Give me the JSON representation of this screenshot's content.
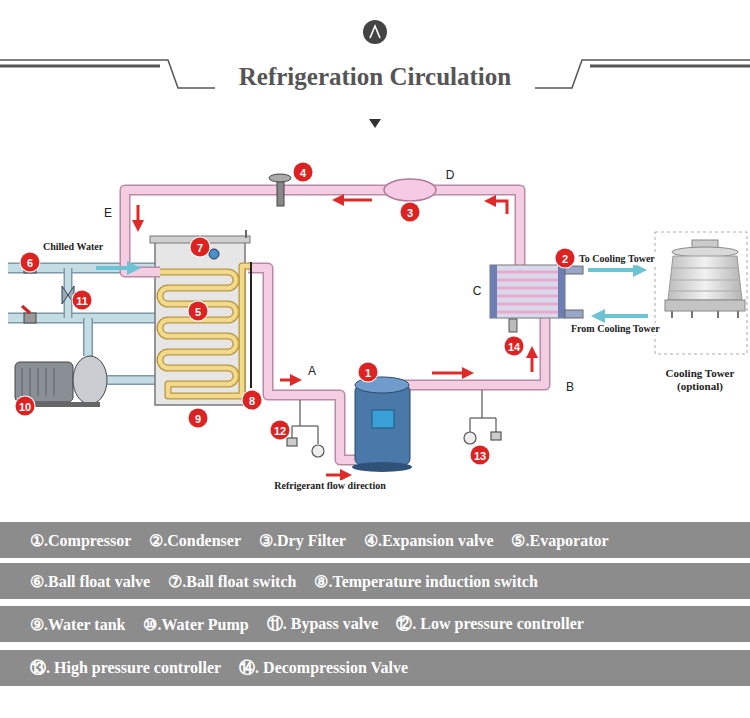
{
  "diagram": {
    "title": "Refrigeration Circulation",
    "nodes": [
      {
        "text": [
          "①.Compressor",
          "②.Condenser",
          "③.Dry Filter",
          "④.Expansion valve",
          "⑤.Evaporator"
        ]
      },
      {
        "text": [
          "⑥.Ball float valve",
          "⑦.Ball float switch",
          "⑧.Temperature induction switch"
        ]
      },
      {
        "text": [
          "⑨.Water tank",
          "⑩.Water Pump",
          "⑪. Bypass valve",
          "⑫. Low pressure controller"
        ]
      },
      {
        "text": [
          "⑬. High pressure controller",
          "⑭. Decompression Valve"
        ]
      }
    ],
    "labels": [
      "4",
      "D",
      "3",
      "E",
      "Chilled Water",
      "7",
      "6",
      "2",
      "To Cooling Tower",
      "C",
      "5",
      "11",
      "From Cooling Tower",
      "14",
      "Cooling Tower (optional)",
      "A",
      "1",
      "B",
      "10",
      "8",
      "9",
      "12",
      "13",
      "Refrigerant flow direction"
    ]
  }
}
